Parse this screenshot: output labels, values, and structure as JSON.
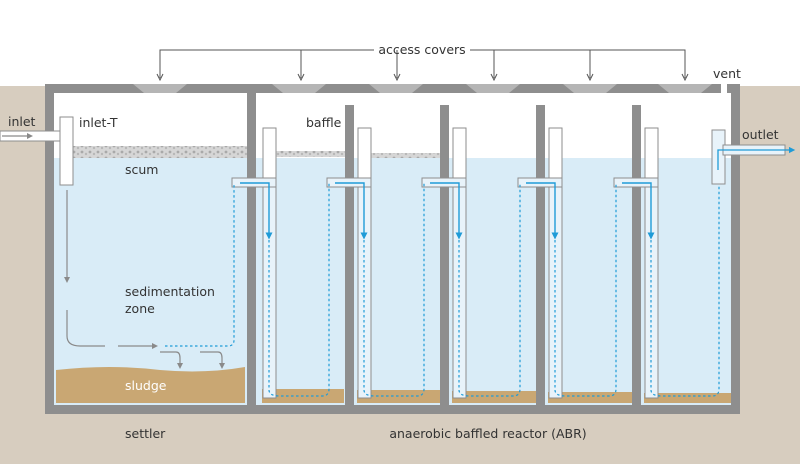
{
  "labels": {
    "access_covers": "access covers",
    "vent": "vent",
    "inlet": "inlet",
    "inlet_t": "inlet-T",
    "baffle": "baffle",
    "outlet": "outlet",
    "scum": "scum",
    "sedimentation": "sedimentation",
    "zone": "zone",
    "sludge": "sludge",
    "settler": "settler",
    "abr": "anaerobic baffled reactor (ABR)"
  },
  "colors": {
    "ground": "#d7cdbf",
    "wall": "#8e8e8e",
    "water": "#d9ecf7",
    "sludge": "#c9a773",
    "scum": "#c9c9c9",
    "flow": "#1f9bd7",
    "settler_flow": "#8a8a8a",
    "label": "#333333"
  }
}
